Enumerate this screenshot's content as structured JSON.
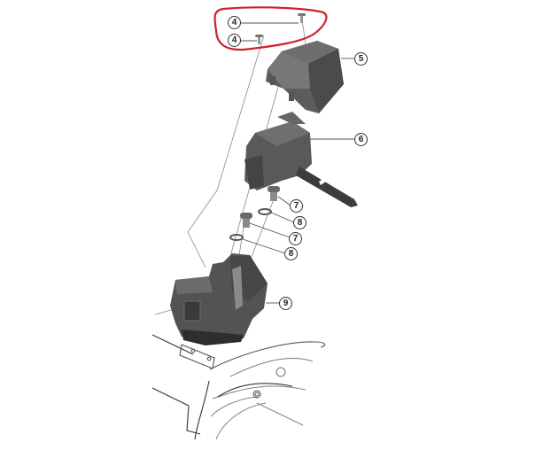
{
  "diagram": {
    "type": "exploded-parts-view",
    "colors": {
      "background": "#ffffff",
      "part_fill_dark": "#4a4a4a",
      "part_fill_mid": "#6a6a6a",
      "part_fill_light": "#8c8c8c",
      "leader_line": "#777777",
      "outline": "#444444",
      "highlight": "#d11f2a"
    },
    "highlight": {
      "shape": "freehand-loop",
      "color": "#d11f2a",
      "encloses_callouts": [
        "4a",
        "4b"
      ]
    },
    "callouts": [
      {
        "id": "4a",
        "label": "4",
        "part": "screw (upper)"
      },
      {
        "id": "4b",
        "label": "4",
        "part": "screw (lower)"
      },
      {
        "id": "5",
        "label": "5",
        "part": "cover"
      },
      {
        "id": "6",
        "label": "6",
        "part": "connector unit with cable"
      },
      {
        "id": "7a",
        "label": "7",
        "part": "bolt (upper)"
      },
      {
        "id": "8a",
        "label": "8",
        "part": "washer (upper)"
      },
      {
        "id": "7b",
        "label": "7",
        "part": "bolt (lower)"
      },
      {
        "id": "8b",
        "label": "8",
        "part": "washer (lower)"
      },
      {
        "id": "9",
        "label": "9",
        "part": "mount / holder"
      }
    ]
  }
}
